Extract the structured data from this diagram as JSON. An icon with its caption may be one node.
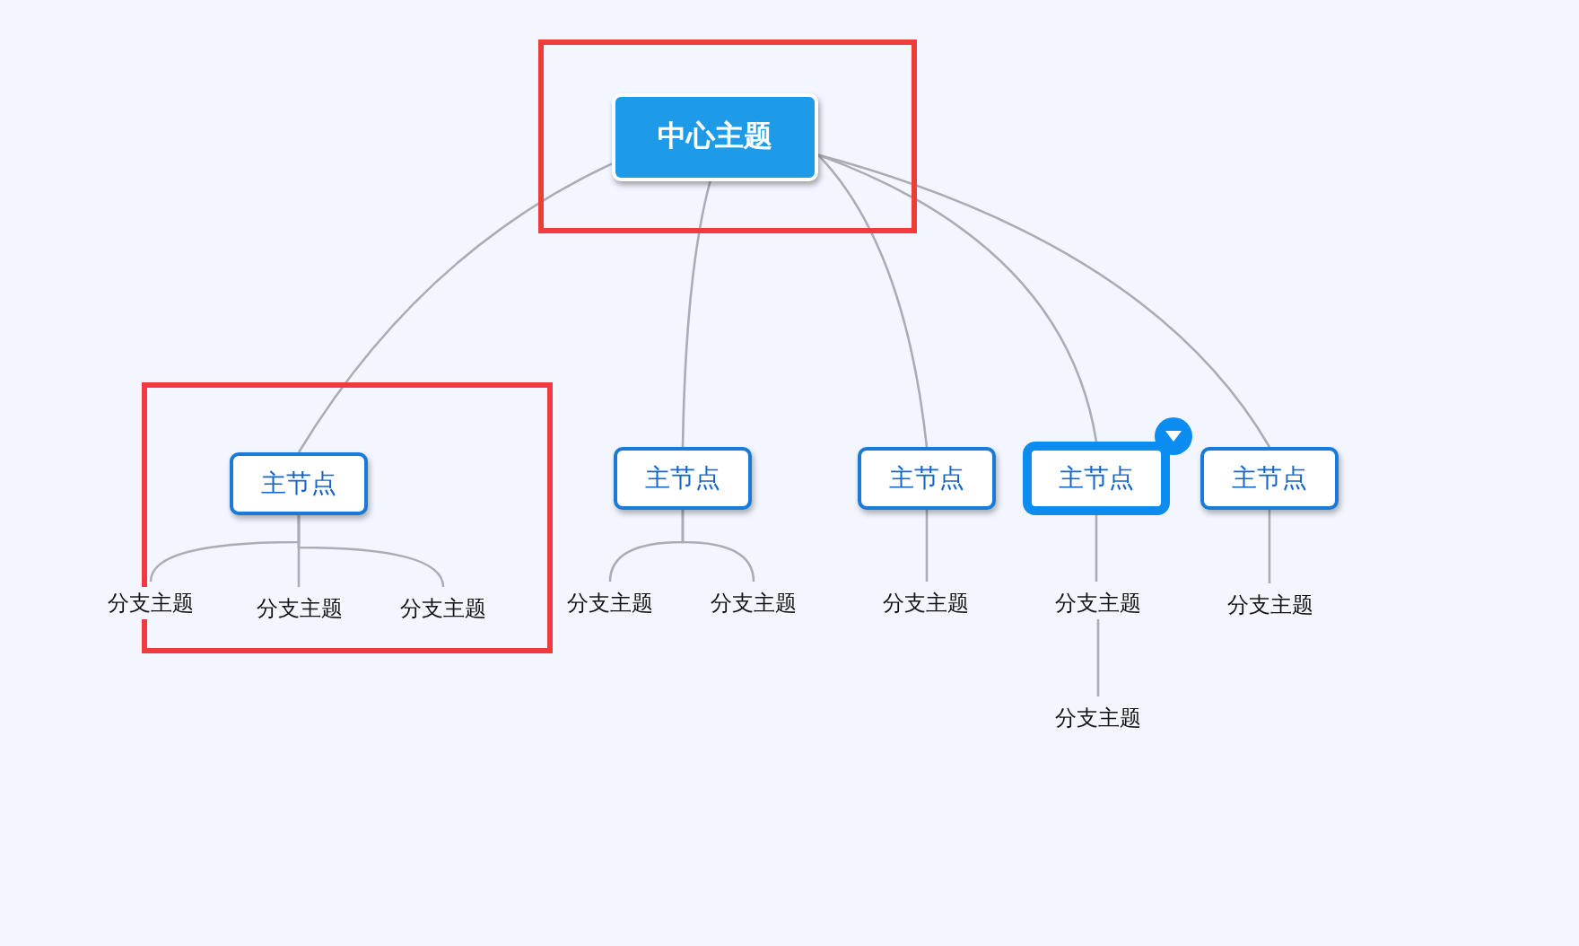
{
  "diagram": {
    "nodes": [
      {
        "text": [],
        "shape": "box"
      },
      {
        "text": [
          "中心主题"
        ],
        "in": 0
      },
      {
        "text": [],
        "shape": "box"
      },
      {
        "text": [
          "主节点"
        ],
        "in": 2
      },
      {
        "text": [
          "主节点"
        ]
      },
      {
        "text": [
          "主节点"
        ]
      },
      {
        "text": [
          "主节点"
        ]
      },
      {
        "text": [
          "主节点"
        ]
      },
      {
        "text": [
          "分支主题"
        ]
      },
      {
        "text": [
          "分支主题"
        ],
        "in": 2
      },
      {
        "text": [
          "分支主题"
        ],
        "in": 2
      },
      {
        "text": [
          "分支主题"
        ]
      },
      {
        "text": [
          "分支主题"
        ]
      },
      {
        "text": [
          "分支主题"
        ]
      },
      {
        "text": [
          "分支主题"
        ]
      },
      {
        "text": [
          "分支主题"
        ]
      },
      {
        "text": [
          "分支主题"
        ]
      }
    ],
    "edges": [
      {
        "from": 1,
        "to": 3,
        "arrow": "none"
      },
      {
        "from": 1,
        "to": 4,
        "arrow": "none"
      },
      {
        "from": 1,
        "to": 5,
        "arrow": "none"
      },
      {
        "from": 1,
        "to": 6,
        "arrow": "none"
      },
      {
        "from": 1,
        "to": 7,
        "arrow": "none"
      },
      {
        "from": 3,
        "to": 8,
        "arrow": "none"
      },
      {
        "from": 3,
        "to": 9,
        "arrow": "none"
      },
      {
        "from": 3,
        "to": 10,
        "arrow": "none"
      },
      {
        "from": 4,
        "to": 11,
        "arrow": "none"
      },
      {
        "from": 4,
        "to": 12,
        "arrow": "none"
      },
      {
        "from": 5,
        "to": 13,
        "arrow": "none"
      },
      {
        "from": 6,
        "to": 14,
        "arrow": "none"
      },
      {
        "from": 14,
        "to": 15,
        "arrow": "none"
      },
      {
        "from": 7,
        "to": 16,
        "arrow": "none"
      }
    ]
  }
}
